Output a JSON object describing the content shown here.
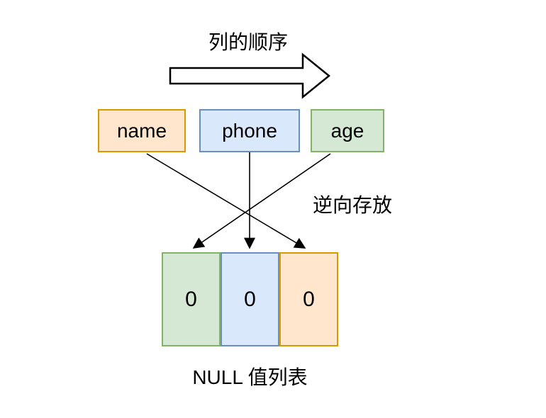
{
  "labels": {
    "title": "列的顺序",
    "reverse": "逆向存放",
    "caption": "NULL 值列表"
  },
  "columns": [
    {
      "label": "name",
      "fill": "#ffe6cc",
      "border": "#d79b00"
    },
    {
      "label": "phone",
      "fill": "#dae8fc",
      "border": "#6c8ebf"
    },
    {
      "label": "age",
      "fill": "#d5e8d4",
      "border": "#82b366"
    }
  ],
  "null_cells": [
    {
      "value": "0",
      "fill": "#d5e8d4",
      "border": "#82b366"
    },
    {
      "value": "0",
      "fill": "#dae8fc",
      "border": "#6c8ebf"
    },
    {
      "value": "0",
      "fill": "#ffe6cc",
      "border": "#d79b00"
    }
  ],
  "colors": {
    "arrow": "#000000",
    "background": "#ffffff"
  }
}
